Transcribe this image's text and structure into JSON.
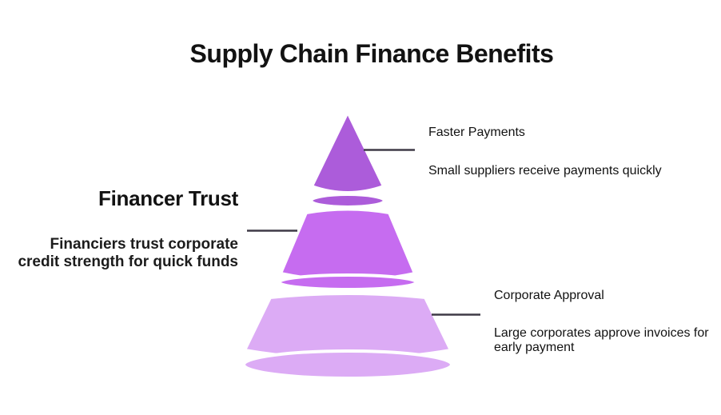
{
  "title": "Supply Chain Finance Benefits",
  "colors": {
    "background": "#ffffff",
    "text": "#121212",
    "connector": "#3f3a47",
    "divider_gap": "#ffffff"
  },
  "funnel": {
    "tiers": [
      {
        "id": "faster-payments",
        "label": "Faster Payments",
        "description": "Small suppliers receive\npayments quickly",
        "color": "#ac5cda",
        "callout_side": "right"
      },
      {
        "id": "financer-trust",
        "label": "Financer Trust",
        "description": "Financiers trust corporate\ncredit strength for quick funds",
        "color": "#c66cf0",
        "callout_side": "left"
      },
      {
        "id": "corporate-approval",
        "label": "Corporate Approval",
        "description": "Large corporates approve\ninvoices for early payment",
        "color": "#dcabf5",
        "callout_side": "right"
      }
    ]
  }
}
